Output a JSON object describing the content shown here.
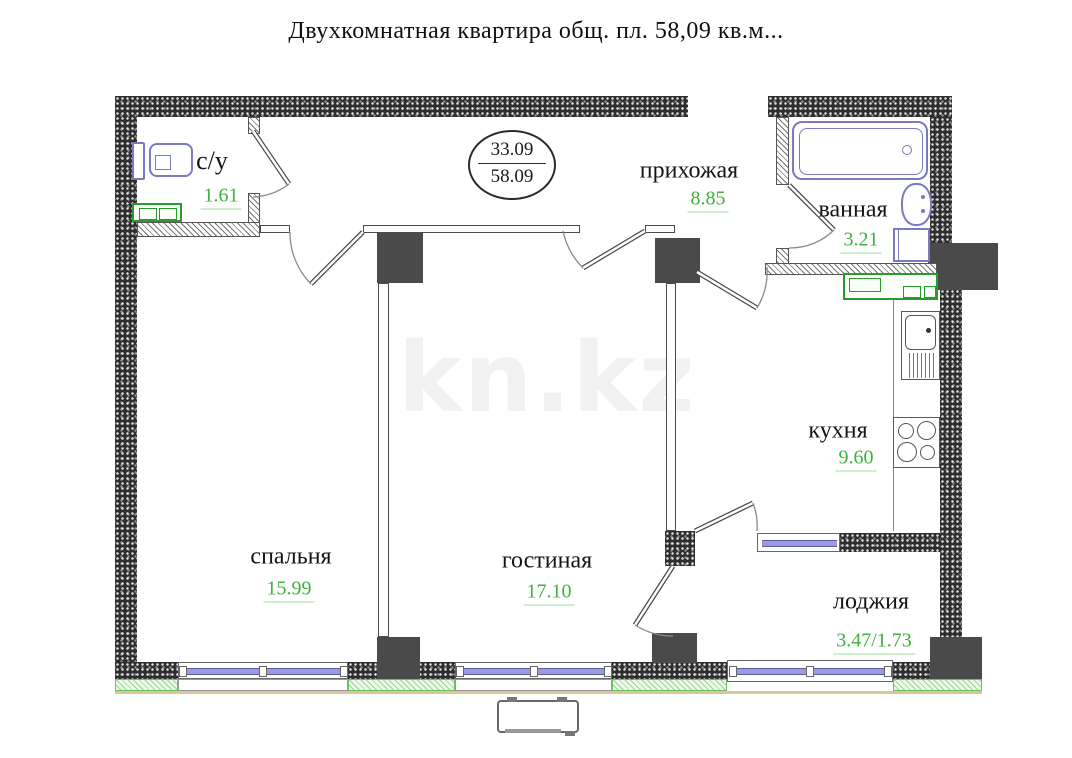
{
  "title": "Двухкомнатная квартира общ. пл. 58,09 кв.м...",
  "stamp": {
    "living_area": "33.09",
    "total_area": "58.09"
  },
  "rooms": {
    "su": {
      "label": "с/у",
      "area": "1.61"
    },
    "prihozhaya": {
      "label": "прихожая",
      "area": "8.85"
    },
    "vannaya": {
      "label": "ванная",
      "area": "3.21"
    },
    "kuhnya": {
      "label": "кухня",
      "area": "9.60"
    },
    "spalnya": {
      "label": "спальня",
      "area": "15.99"
    },
    "gostinaya": {
      "label": "гостиная",
      "area": "17.10"
    },
    "lodzhiya": {
      "label": "лоджия",
      "area": "3.47/1.73"
    }
  },
  "watermark": "kn.kz",
  "colors": {
    "wall": "#2e2e2e",
    "column": "#4a4a4a",
    "area_green": "#3eb13e",
    "window_blue": "#9b9bd6",
    "fixture_blue": "#7a7ac0",
    "fixture_green": "#2a9a2a",
    "plinth_tan": "#d9c69b"
  }
}
